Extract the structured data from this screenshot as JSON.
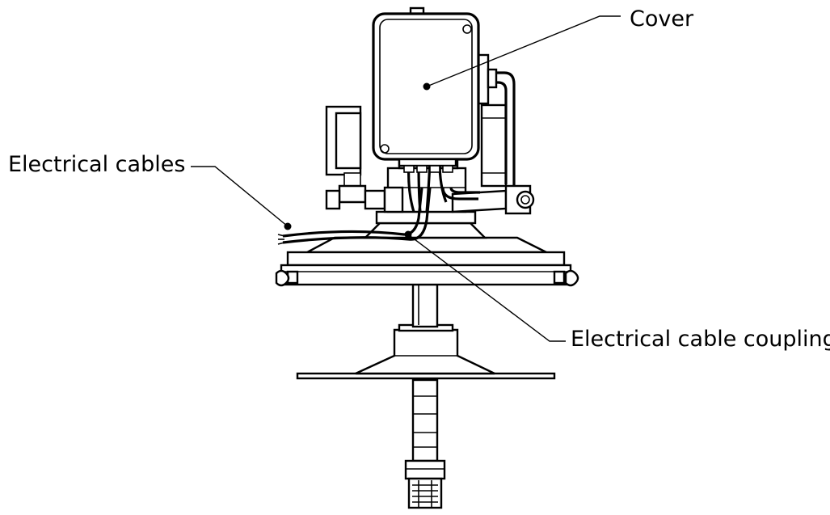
{
  "labels": {
    "cover": "Cover",
    "electrical_cables": "Electrical cables",
    "electrical_cable_coupling": "Electrical cable coupling"
  }
}
